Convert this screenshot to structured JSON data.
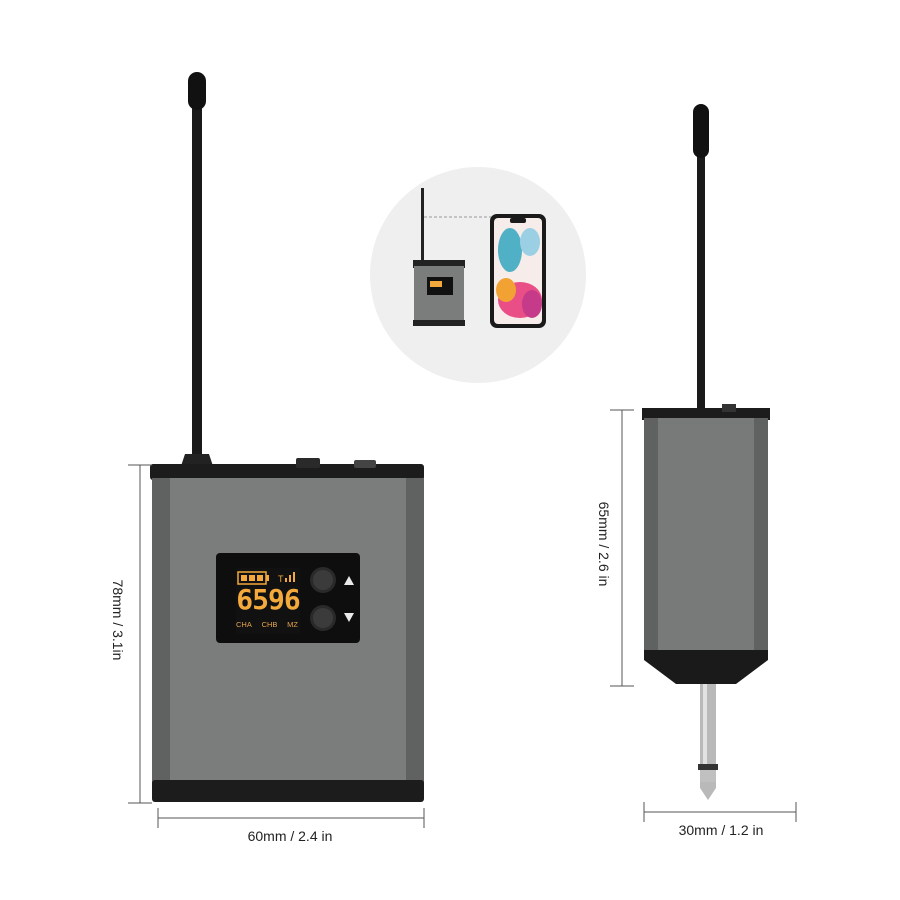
{
  "display": {
    "digits": "6596",
    "channel_labels": [
      "CHA",
      "CHB",
      "MZ"
    ],
    "button_up_symbol": "▲",
    "button_down_symbol": "▼"
  },
  "dimensions": {
    "transmitter_height": "78mm / 3.1in",
    "transmitter_width": "60mm / 2.4 in",
    "receiver_height": "65mm / 2.6 in",
    "receiver_width": "30mm / 1.2 in"
  },
  "colors": {
    "body": "#7c7f7d",
    "body_dark": "#3a3b3b",
    "display_digits": "#f3a93b",
    "display_bg": "#101010",
    "accent_text": "#e4a44a"
  },
  "icons": [
    "battery-icon",
    "signal-icon",
    "antenna-icon",
    "phone-icon",
    "jack-plug-icon"
  ]
}
